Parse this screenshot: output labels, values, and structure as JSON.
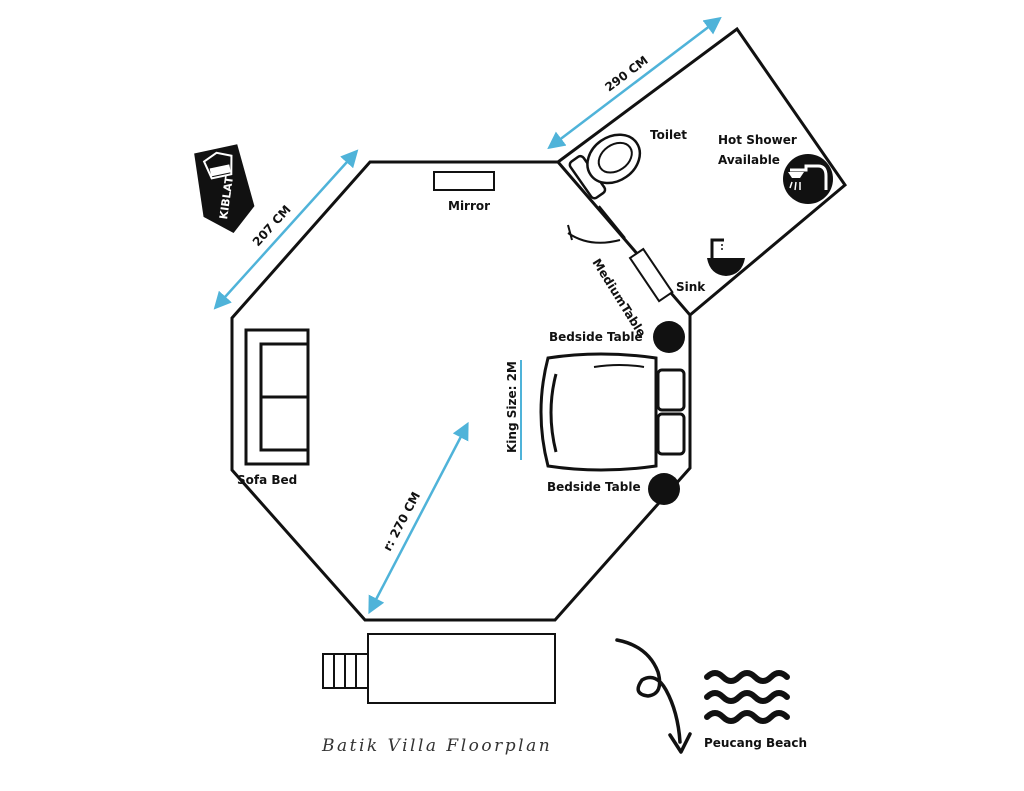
{
  "title": "Batik Villa Floorplan",
  "labels": {
    "mirror": "Mirror",
    "toilet": "Toilet",
    "hot_shower_line1": "Hot Shower",
    "hot_shower_line2": "Available",
    "medium_table": "MediumTable",
    "sink": "Sink",
    "bedside_top": "Bedside Table",
    "bedside_bottom": "Bedside Table",
    "king_size": "King Size: 2M",
    "sofa_bed": "Sofa Bed",
    "beach": "Peucang Beach",
    "kiblat": "KIBLAT"
  },
  "dimensions": {
    "bathroom_width": "290 CM",
    "wall_length": "207 CM",
    "radius": "r: 270 CM"
  },
  "icons": {
    "shower": "shower-icon",
    "kiblat": "kiblat-icon",
    "waves": "waves-icon",
    "arrow": "curly-arrow-icon"
  },
  "colors": {
    "dimension_line": "#4FB3D9",
    "wall": "#111111",
    "background": "#ffffff"
  }
}
